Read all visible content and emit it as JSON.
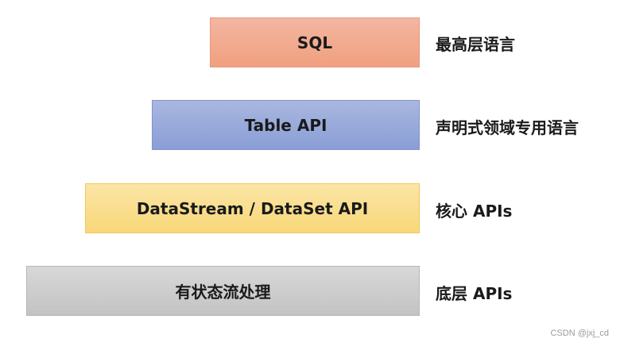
{
  "layers": [
    {
      "label": "SQL",
      "description": "最高层语言"
    },
    {
      "label": "Table API",
      "description": "声明式领域专用语言"
    },
    {
      "label": "DataStream / DataSet API",
      "description": "核心 APIs"
    },
    {
      "label": "有状态流处理",
      "description": "底层 APIs"
    }
  ],
  "colors": {
    "sql": "#f0a07f",
    "table_api": "#8a9ed6",
    "datastream_api": "#f8d778",
    "stateful_processing": "#c3c3c3"
  },
  "watermark": "CSDN @jxj_cd"
}
